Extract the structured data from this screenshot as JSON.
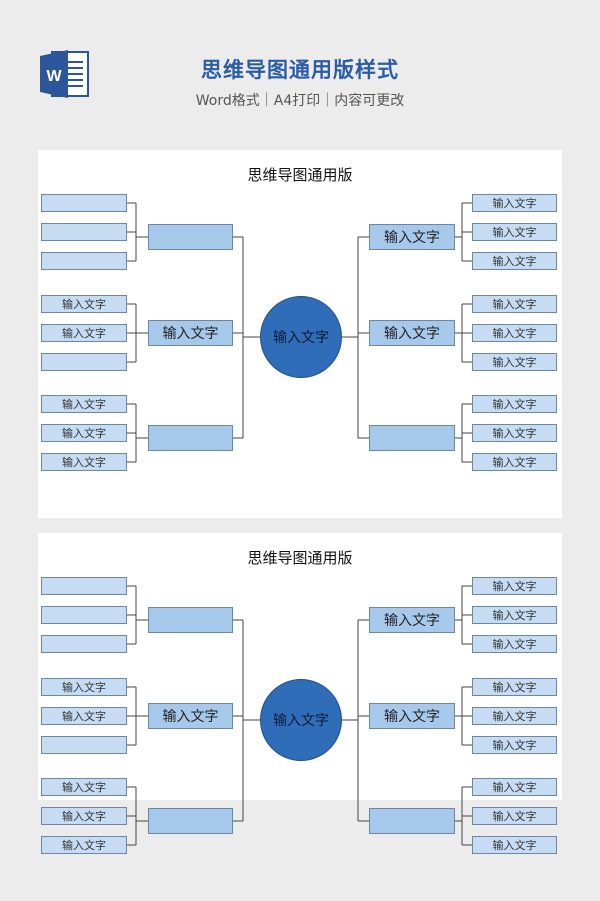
{
  "header": {
    "icon": "word-document-icon",
    "title": "思维导图通用版样式",
    "subtitle": "Word格式｜A4打印｜内容可更改"
  },
  "sheets": [
    {
      "title": "思维导图通用版",
      "center": "输入文字",
      "left_mid": [
        "",
        "输入文字",
        ""
      ],
      "right_mid": [
        "输入文字",
        "输入文字",
        ""
      ],
      "left_leaves": [
        "",
        "",
        "",
        "输入文字",
        "输入文字",
        "",
        "输入文字",
        "输入文字",
        "输入文字"
      ],
      "right_leaves": [
        "输入文字",
        "输入文字",
        "输入文字",
        "输入文字",
        "输入文字",
        "输入文字",
        "输入文字",
        "输入文字",
        "输入文字"
      ]
    },
    {
      "title": "思维导图通用版",
      "center": "输入文字",
      "left_mid": [
        "",
        "输入文字",
        ""
      ],
      "right_mid": [
        "输入文字",
        "输入文字",
        ""
      ],
      "left_leaves": [
        "",
        "",
        "",
        "输入文字",
        "输入文字",
        "",
        "输入文字",
        "输入文字",
        "输入文字"
      ],
      "right_leaves": [
        "输入文字",
        "输入文字",
        "输入文字",
        "输入文字",
        "输入文字",
        "输入文字",
        "输入文字",
        "输入文字",
        "输入文字"
      ]
    }
  ],
  "colors": {
    "title": "#2a5da6",
    "center_node": "#2f6db8",
    "mid_box": "#a6c8ea",
    "leaf_box": "#c5dcf3",
    "connector": "#444444"
  }
}
